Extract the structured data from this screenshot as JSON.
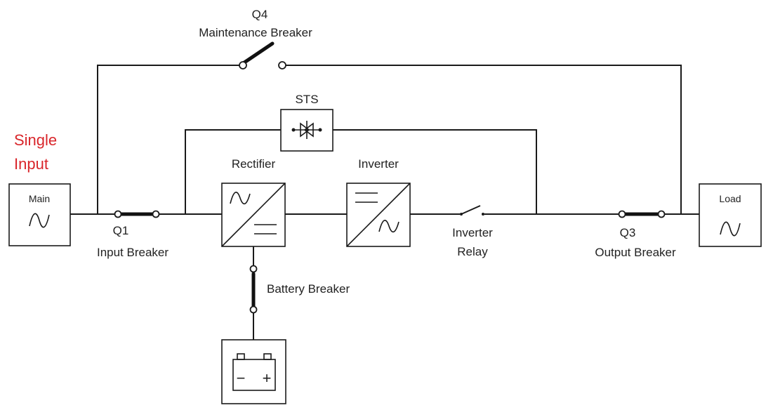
{
  "title": {
    "line1": "Single",
    "line2": "Input"
  },
  "colors": {
    "title": "#d9262b",
    "line": "#1a1a1a"
  },
  "blocks": {
    "main": {
      "label": "Main",
      "icon": "sine-wave-icon"
    },
    "load": {
      "label": "Load",
      "icon": "sine-wave-icon"
    },
    "rectifier": {
      "label": "Rectifier",
      "icon": "ac-to-dc-icon"
    },
    "inverter": {
      "label": "Inverter",
      "icon": "dc-to-ac-icon"
    },
    "sts": {
      "label": "STS",
      "icon": "thyristor-icon"
    },
    "battery": {
      "icon": "battery-icon",
      "minus": "−",
      "plus": "+"
    }
  },
  "breakers": {
    "q1": {
      "line1": "Q1",
      "line2": "Input Breaker"
    },
    "q3": {
      "line1": "Q3",
      "line2": "Output Breaker"
    },
    "q4": {
      "line1": "Q4",
      "line2": "Maintenance Breaker"
    },
    "battery": {
      "label": "Battery Breaker"
    }
  },
  "relay": {
    "line1": "Inverter",
    "line2": "Relay"
  }
}
